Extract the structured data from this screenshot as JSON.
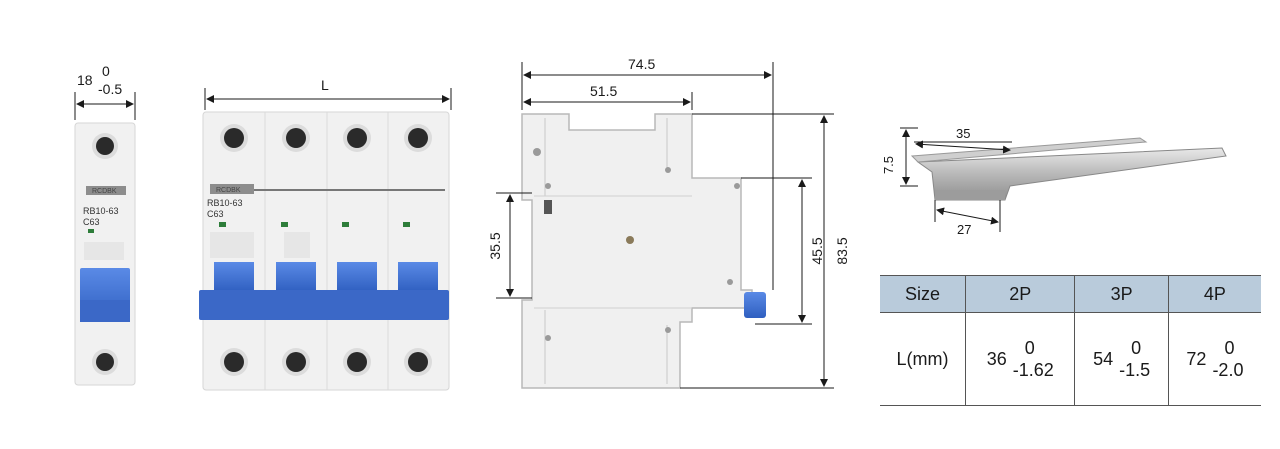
{
  "dimensions": {
    "single_pole_width": "18",
    "single_pole_tol_upper": "0",
    "single_pole_tol_lower": "-0.5",
    "multi_pole_length": "L",
    "overall_depth": "74.5",
    "front_depth": "51.5",
    "left_height": "35.5",
    "inner_height": "45.5",
    "overall_height": "83.5",
    "rail_width": "35",
    "rail_height": "7.5",
    "rail_inner_width": "27"
  },
  "breaker_labels": {
    "brand": "RCDBK",
    "model": "RB10-63",
    "rating": "C63"
  },
  "size_table": {
    "headers": [
      "Size",
      "2P",
      "3P",
      "4P"
    ],
    "row_label": "L(mm)",
    "cells": [
      {
        "value": "36",
        "tol_upper": "0",
        "tol_lower": "-1.62"
      },
      {
        "value": "54",
        "tol_upper": "0",
        "tol_lower": "-1.5"
      },
      {
        "value": "72",
        "tol_upper": "0",
        "tol_lower": "-2.0"
      }
    ]
  },
  "colors": {
    "blue_handle": "#3d6fd1",
    "body_white": "#f1f1f1",
    "header_bg": "#b9cbdb"
  }
}
